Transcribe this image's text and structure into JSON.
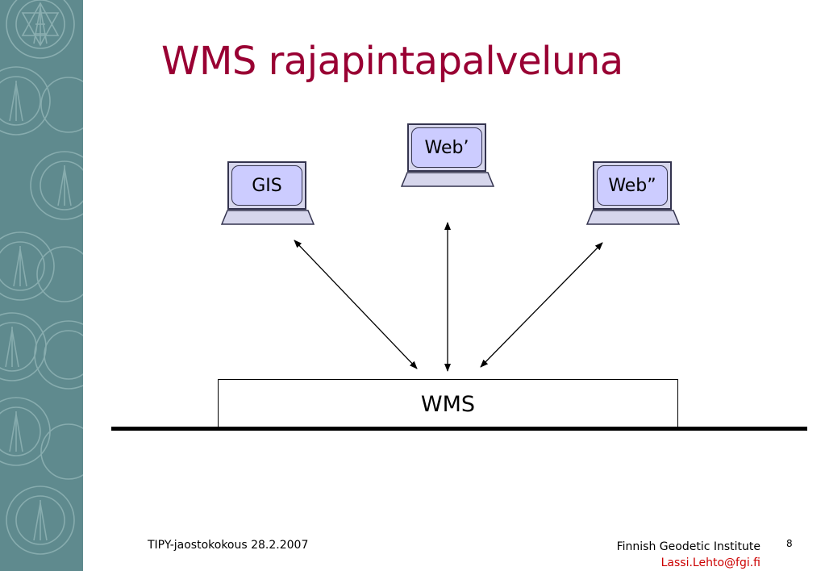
{
  "title": "WMS rajapintapalveluna",
  "diagram": {
    "clients": [
      {
        "label": "GIS"
      },
      {
        "label": "Web’"
      },
      {
        "label": "Web”"
      }
    ],
    "server": "WMS"
  },
  "footer": {
    "event": "TIPY-jaostokokous 28.2.2007",
    "institute": "Finnish Geodetic Institute",
    "email": "Lassi.Lehto@fgi.fi",
    "page_number": "8"
  },
  "colors": {
    "title": "#990033",
    "sidebar": "#5f8a8e",
    "screen": "#ccccff",
    "email": "#cc0000"
  }
}
